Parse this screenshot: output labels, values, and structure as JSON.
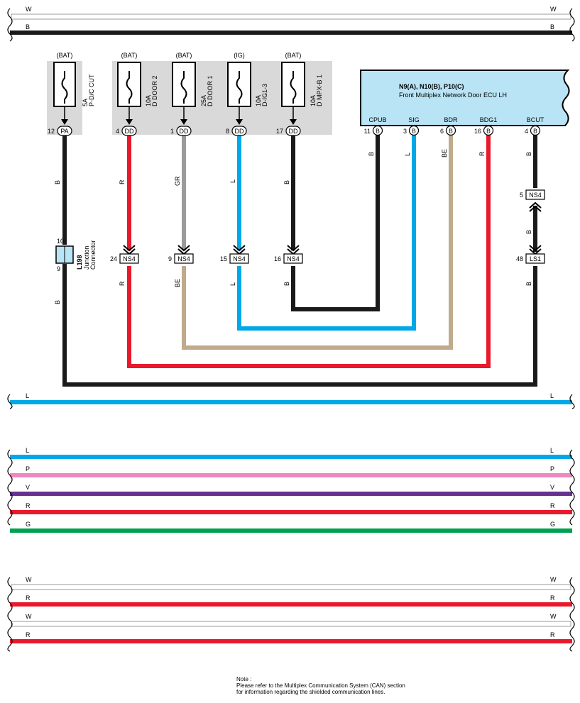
{
  "colors": {
    "W": "#ffffff",
    "B": "#1a1a1a",
    "L": "#00a8e6",
    "R": "#e8192c",
    "GR": "#9a9a9a",
    "BE": "#bfaa8c",
    "P": "#ee88be",
    "V": "#66308f",
    "G": "#00a050",
    "fuse_box": "#d9d9d9",
    "ecu_box": "#b9e4f5"
  },
  "bus_wires": [
    {
      "label": "W",
      "color": "W"
    },
    {
      "label": "B",
      "color": "B"
    },
    {
      "label": "L",
      "color": "L"
    },
    {
      "label": "L",
      "color": "L"
    },
    {
      "label": "P",
      "color": "P"
    },
    {
      "label": "V",
      "color": "V"
    },
    {
      "label": "R",
      "color": "R"
    },
    {
      "label": "G",
      "color": "G"
    },
    {
      "label": "W",
      "color": "W"
    },
    {
      "label": "R",
      "color": "R"
    },
    {
      "label": "W",
      "color": "W"
    },
    {
      "label": "R",
      "color": "R"
    }
  ],
  "fuses": [
    {
      "source": "(BAT)",
      "rating": "5A",
      "name": "P-D/C CUT",
      "pin": "12",
      "connector": "PA"
    },
    {
      "source": "(BAT)",
      "rating": "10A",
      "name": "D DOOR 2",
      "pin": "4",
      "connector": "DD"
    },
    {
      "source": "(BAT)",
      "rating": "25A",
      "name": "D DOOR 1",
      "pin": "1",
      "connector": "DD"
    },
    {
      "source": "(IG)",
      "rating": "10A",
      "name": "D-IG1-3",
      "pin": "8",
      "connector": "DD"
    },
    {
      "source": "(BAT)",
      "rating": "10A",
      "name": "D MPX-B 1",
      "pin": "17",
      "connector": "DD"
    }
  ],
  "ecu": {
    "code": "N9(A), N10(B), P10(C)",
    "name": "Front Multiplex Network Door ECU LH",
    "pins": [
      {
        "name": "CPUB",
        "pin": "11",
        "connector": "B"
      },
      {
        "name": "SIG",
        "pin": "3",
        "connector": "B"
      },
      {
        "name": "BDR",
        "pin": "6",
        "connector": "B"
      },
      {
        "name": "BDG1",
        "pin": "16",
        "connector": "B"
      },
      {
        "name": "BCUT",
        "pin": "4",
        "connector": "B"
      }
    ]
  },
  "wire_colors": {
    "fuse1": "B",
    "fuse2": "R",
    "fuse3_upper": "GR",
    "fuse3_lower": "BE",
    "fuse4": "L",
    "fuse5": "B",
    "ecu_cpub": "B",
    "ecu_sig": "L",
    "ecu_bdr": "BE",
    "ecu_bdg1": "R",
    "ecu_bcut": "B",
    "bcut_mid": "B",
    "bcut_lower": "B",
    "j_lower": "B",
    "fuse2_lower": "R",
    "fuse4_lower": "L",
    "fuse5_lower": "B"
  },
  "junction": {
    "code": "L198",
    "name": "Junction",
    "name2": "Connector",
    "pin_top": "10",
    "pin_bottom": "9"
  },
  "inline_connectors": [
    {
      "pin": "24",
      "name": "NS4"
    },
    {
      "pin": "9",
      "name": "NS4"
    },
    {
      "pin": "15",
      "name": "NS4"
    },
    {
      "pin": "16",
      "name": "NS4"
    },
    {
      "pin": "5",
      "name": "NS4"
    },
    {
      "pin": "48",
      "name": "LS1"
    }
  ],
  "note": {
    "line1": "Note :",
    "line2": "Please refer to the Multiplex Communication System (CAN) section",
    "line3": "for information regarding the shielded communication lines."
  }
}
